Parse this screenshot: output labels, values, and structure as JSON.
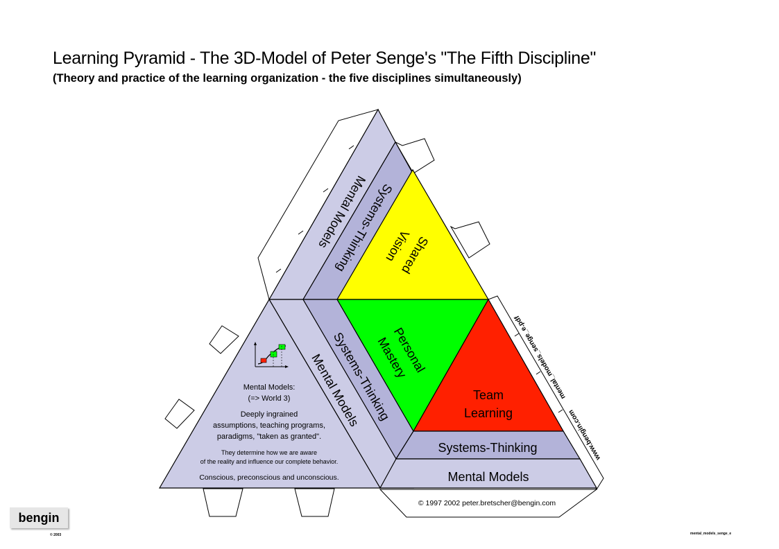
{
  "title": "Learning Pyramid - The 3D-Model of Peter Senge's \"The Fifth Discipline\"",
  "subtitle": "(Theory and practice of the learning organization - the five disciplines simultaneously)",
  "colors": {
    "lavender": "#ccccE6",
    "mid_lavender": "#b3b3d9",
    "yellow": "#ffff00",
    "green": "#00ff00",
    "red": "#ff2000",
    "outline": "#000000"
  },
  "top_face": {
    "mental_models": "Mental Models",
    "systems_thinking": "Systems-Thinking",
    "shared_vision_line1": "Shared",
    "shared_vision_line2": "Vision"
  },
  "middle_face": {
    "mental_models": "Mental Models",
    "systems_thinking": "Systems-Thinking",
    "personal_mastery_line1": "Personal",
    "personal_mastery_line2": "Mastery"
  },
  "right_face": {
    "team_learning_line1": "Team",
    "team_learning_line2": "Learning",
    "systems_thinking": "Systems-Thinking",
    "mental_models": "Mental Models",
    "copyright": "© 1997 2002 peter.bretscher@bengin.com"
  },
  "left_face": {
    "heading1": "Mental Models:",
    "heading2": "(=> World 3)",
    "desc1": "Deeply ingrained",
    "desc2": "assumptions, teaching programs,",
    "desc3": "paradigms, \"taken as granted\".",
    "small1": "They determine how we are aware",
    "small2": "of the reality and influence our complete behavior.",
    "footer": "Conscious, preconscious and unconscious."
  },
  "flap_text": {
    "line1": "www.bengin.com",
    "line2": "mental_models_senge_e.pdf"
  },
  "logo": {
    "text": "bengin",
    "copyright": "© 2003"
  },
  "file_ref": "mental_models_senge_e"
}
